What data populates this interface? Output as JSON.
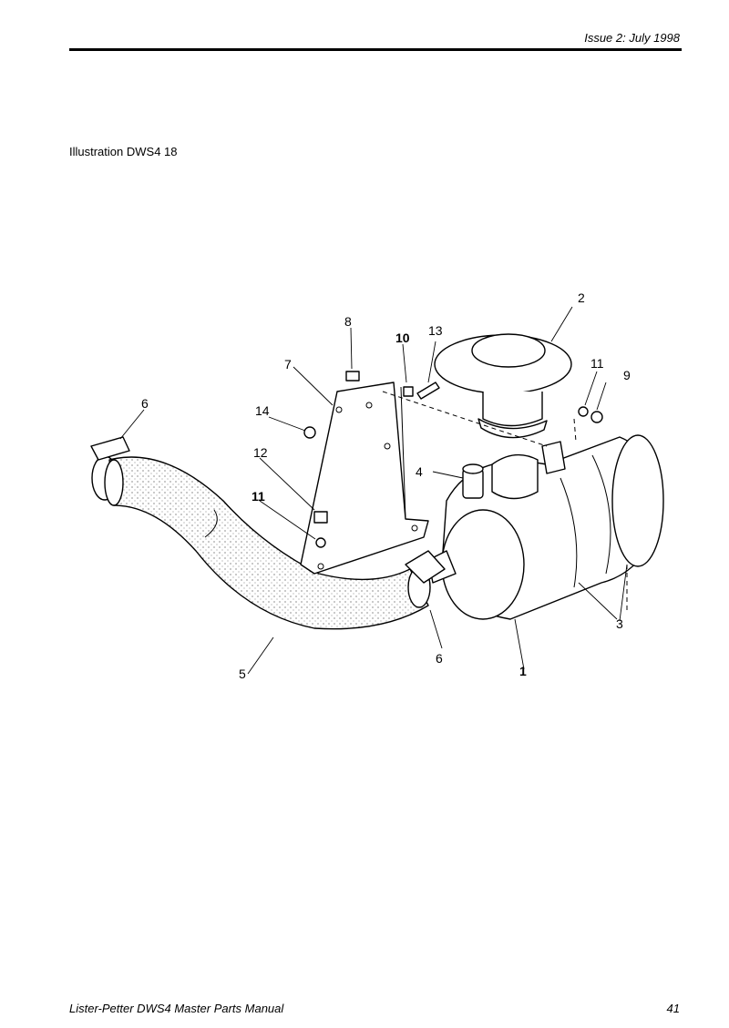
{
  "header": {
    "issue": "Issue 2: July 1998"
  },
  "caption": "Illustration DWS4 18",
  "footer": {
    "title": "Lister-Petter DWS4 Master Parts Manual",
    "page": "41"
  },
  "callouts": [
    "1",
    "2",
    "3",
    "4",
    "5",
    "6",
    "6",
    "7",
    "8",
    "10",
    "13",
    "11",
    "9",
    "14",
    "12",
    "11"
  ]
}
